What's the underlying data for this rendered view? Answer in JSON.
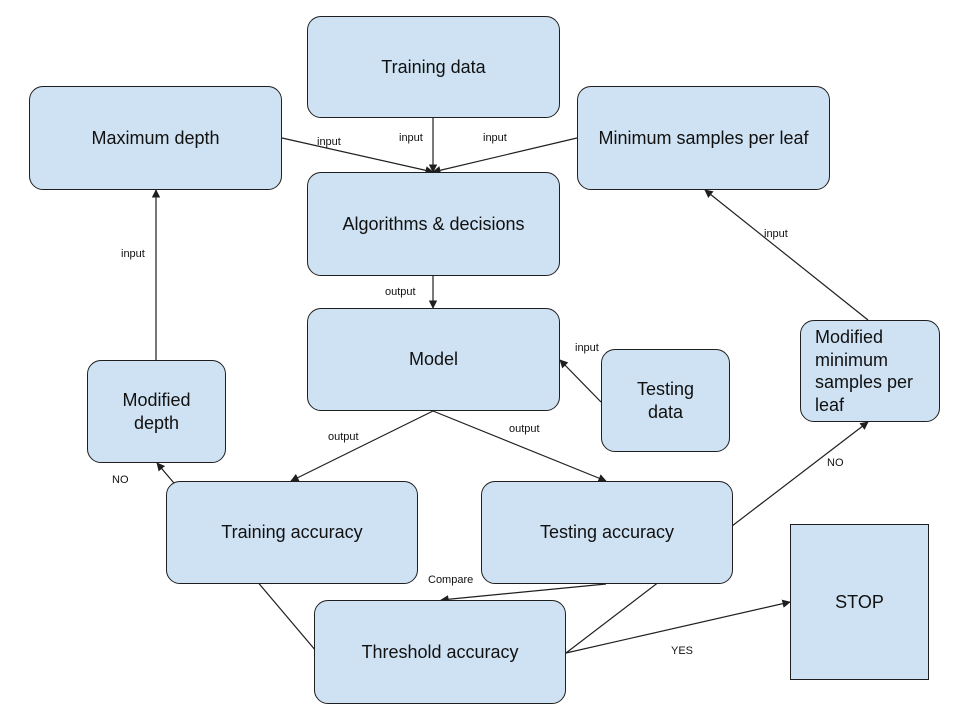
{
  "nodes": {
    "training_data": "Training data",
    "maximum_depth": "Maximum depth",
    "min_samples_leaf": "Minimum samples per leaf",
    "algorithms": "Algorithms & decisions",
    "model": "Model",
    "testing_data": "Testing data",
    "modified_depth": "Modified depth",
    "modified_min_samples": "Modified minimum samples per leaf",
    "training_accuracy": "Training accuracy",
    "testing_accuracy": "Testing accuracy",
    "threshold_accuracy": "Threshold accuracy",
    "stop": "STOP"
  },
  "edge_labels": {
    "input_maxdepth": "input",
    "input_training": "input",
    "input_minsamples": "input",
    "output_algorithms": "output",
    "input_testing": "input",
    "input_modified_depth": "input",
    "input_modified_min": "input",
    "output_train_acc": "output",
    "output_test_acc": "output",
    "compare": "Compare",
    "no_left": "NO",
    "no_right": "NO",
    "yes": "YES"
  },
  "colors": {
    "node_fill": "#cfe2f3",
    "stroke": "#1f1f1f"
  }
}
